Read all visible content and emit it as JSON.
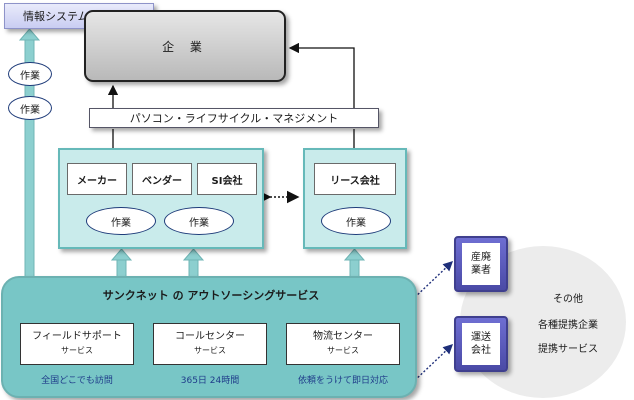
{
  "it_department": {
    "label": "情報システム部門"
  },
  "company": {
    "label": "企 業"
  },
  "plm_bar": {
    "label": "パソコン・ライフサイクル・マネジメント"
  },
  "it_work": [
    "作業",
    "作業"
  ],
  "vendors": {
    "boxes": [
      "メーカー",
      "ベンダー",
      "SI会社"
    ],
    "work": [
      "作業",
      "作業"
    ]
  },
  "lease": {
    "label": "リース会社",
    "work": "作業"
  },
  "outsourcing": {
    "title": "サンクネット の アウトソーシングサービス",
    "services": [
      {
        "name": "フィールドサポート",
        "sub": "サービス",
        "caption": "全国どこでも訪問"
      },
      {
        "name": "コールセンター",
        "sub": "サービス",
        "caption": "365日 24時間"
      },
      {
        "name": "物流センター",
        "sub": "サービス",
        "caption": "依頼をうけて即日対応"
      }
    ]
  },
  "partners": {
    "industrial_waste": "産廃\n業者",
    "transport": "運送\n会社",
    "others": [
      "その他",
      "各種提携企業",
      "提携サービス"
    ]
  },
  "colors": {
    "teal_fill": "#c9ebeb",
    "outsourcing_fill": "#78c6c6",
    "arrow_teal": "#8ccfcf",
    "partner_purple": "#5a5abf",
    "caption_blue": "#1f3c8a"
  }
}
